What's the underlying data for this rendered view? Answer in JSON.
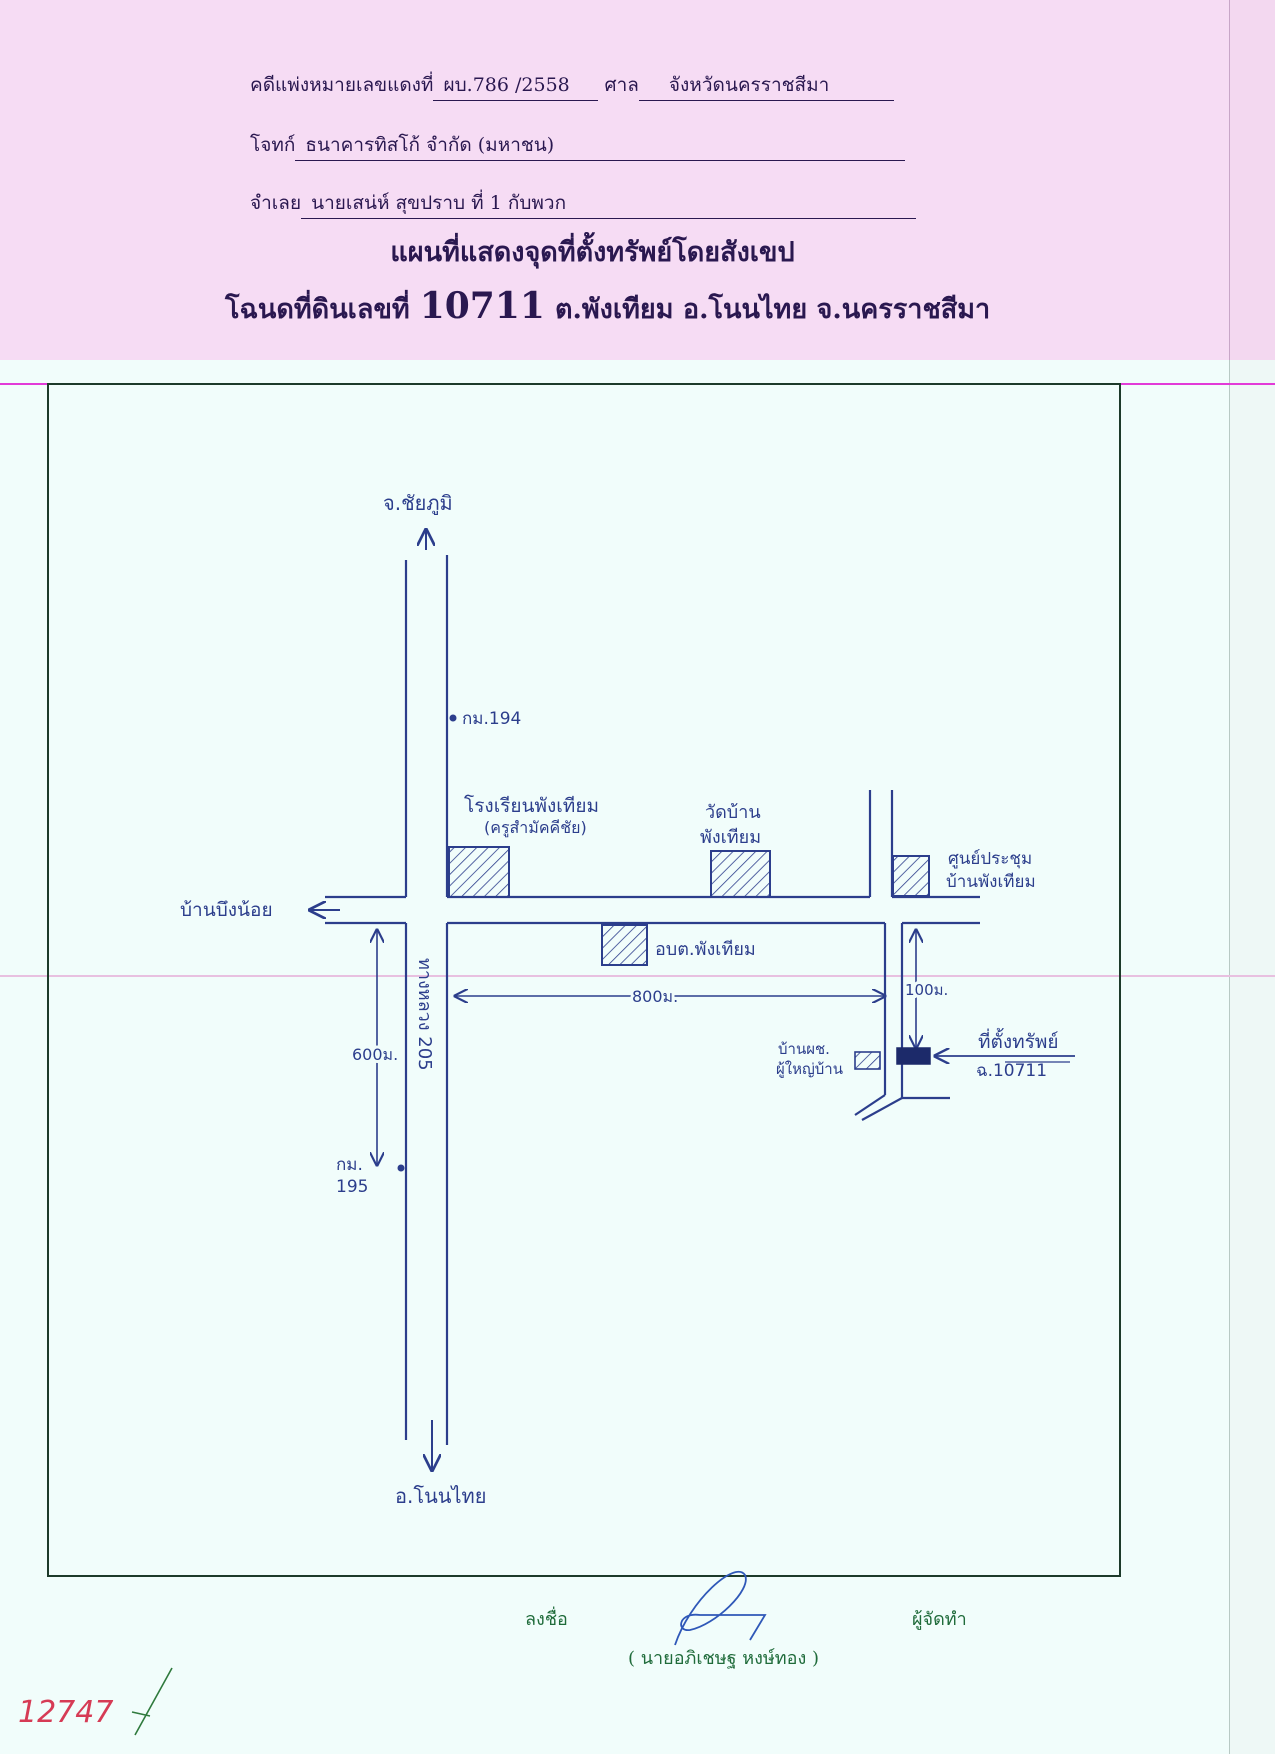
{
  "header": {
    "case_label": "คดีแพ่งหมายเลขแดงที่",
    "case_number": "ผบ.786 /2558",
    "court_label": "ศาล",
    "court_name": "จังหวัดนครราชสีมา",
    "plaintiff_label": "โจทก์",
    "plaintiff_name": "ธนาคารทิสโก้ จำกัด (มหาชน)",
    "defendant_label": "จำเลย",
    "defendant_name": "นายเสน่ห์  สุขปราบ  ที่ 1 กับพวก"
  },
  "title": {
    "line1": "แผนที่แสดงจุดที่ตั้งทรัพย์โดยสังเขป",
    "deed_label": "โฉนดที่ดินเลขที่",
    "deed_number": "10711",
    "location": "ต.พังเทียม อ.โนนไทย จ.นครราชสีมา"
  },
  "map": {
    "north_destination": "จ.ชัยภูมิ",
    "south_destination": "อ.โนนไทย",
    "west_destination": "บ้านบึงน้อย",
    "highway_label": "ทางหลวง 205",
    "km_194": "กม.194",
    "km_195_line1": "กม.",
    "km_195_line2": "195",
    "school_line1": "โรงเรียนพังเทียม",
    "school_line2": "(ครูสำมัคคีชัย)",
    "temple_line1": "วัดบ้าน",
    "temple_line2": "พังเทียม",
    "center_line1": "ศูนย์ประชุม",
    "center_line2": "บ้านพังเทียม",
    "sao_label": "อบต.พังเทียม",
    "dist_800": "800ม.",
    "dist_600": "600ม.",
    "dist_100": "100ม.",
    "village_head_line1": "บ้านผช.",
    "village_head_line2": "ผู้ใหญ่บ้าน",
    "property_line1": "ที่ตั้งทรัพย์",
    "property_line2": "ฉ.10711"
  },
  "signature": {
    "sign_label": "ลงชื่อ",
    "role_label": "ผู้จัดทำ",
    "signer_name": "( นายอภิเชษฐ  หงษ์ทอง )"
  },
  "stamp_number": "12747",
  "colors": {
    "ink_blue": "#2c3e8c",
    "header_ink": "#2a1850",
    "signature_green": "#1f6b3a",
    "stamp_red": "#d63b55",
    "top_paper": "#f6dcf4",
    "bottom_paper": "#f1fdfb"
  }
}
